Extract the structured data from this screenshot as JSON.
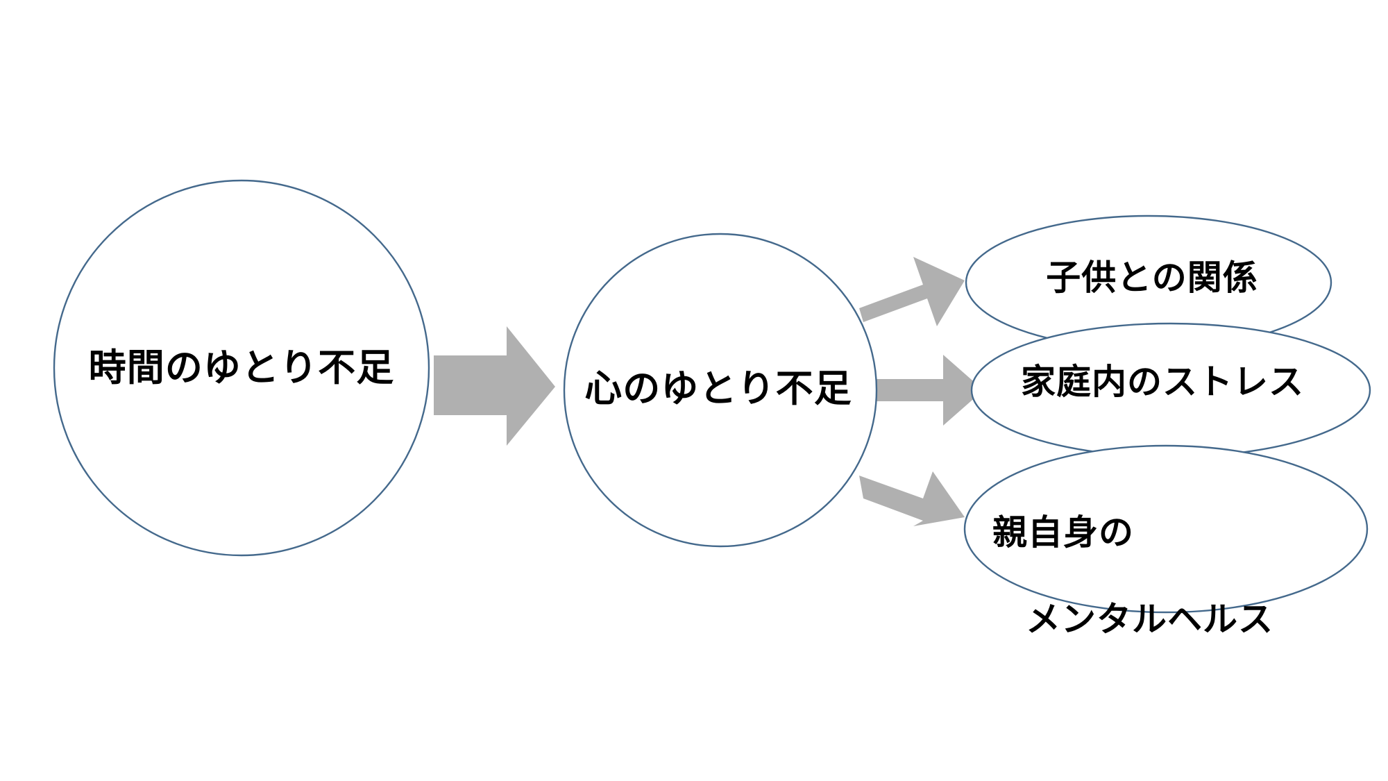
{
  "diagram": {
    "type": "flow-diagram",
    "background_color": "#ffffff",
    "shape_stroke_color": "#44698c",
    "shape_fill_color": "#ffffff",
    "arrow_fill_color": "#b0b0b0",
    "text_color": "#000000",
    "nodes": [
      {
        "id": "time-shortage",
        "shape": "circle",
        "label": "時間のゆとり不足"
      },
      {
        "id": "mind-shortage",
        "shape": "circle",
        "label": "心のゆとり不足"
      },
      {
        "id": "child-relationship",
        "shape": "ellipse",
        "label": "子供との関係"
      },
      {
        "id": "family-stress",
        "shape": "ellipse",
        "label": "家庭内のストレス"
      },
      {
        "id": "parent-mental-health",
        "shape": "ellipse",
        "label_line1": "親自身の",
        "label_line2": "メンタルヘルス"
      }
    ],
    "arrows": [
      {
        "id": "arrow-time-to-mind",
        "from": "time-shortage",
        "to": "mind-shortage",
        "direction": "right"
      },
      {
        "id": "arrow-mind-to-child",
        "from": "mind-shortage",
        "to": "child-relationship",
        "direction": "up-right"
      },
      {
        "id": "arrow-mind-to-family",
        "from": "mind-shortage",
        "to": "family-stress",
        "direction": "right"
      },
      {
        "id": "arrow-mind-to-mental",
        "from": "mind-shortage",
        "to": "parent-mental-health",
        "direction": "down-right"
      }
    ]
  }
}
